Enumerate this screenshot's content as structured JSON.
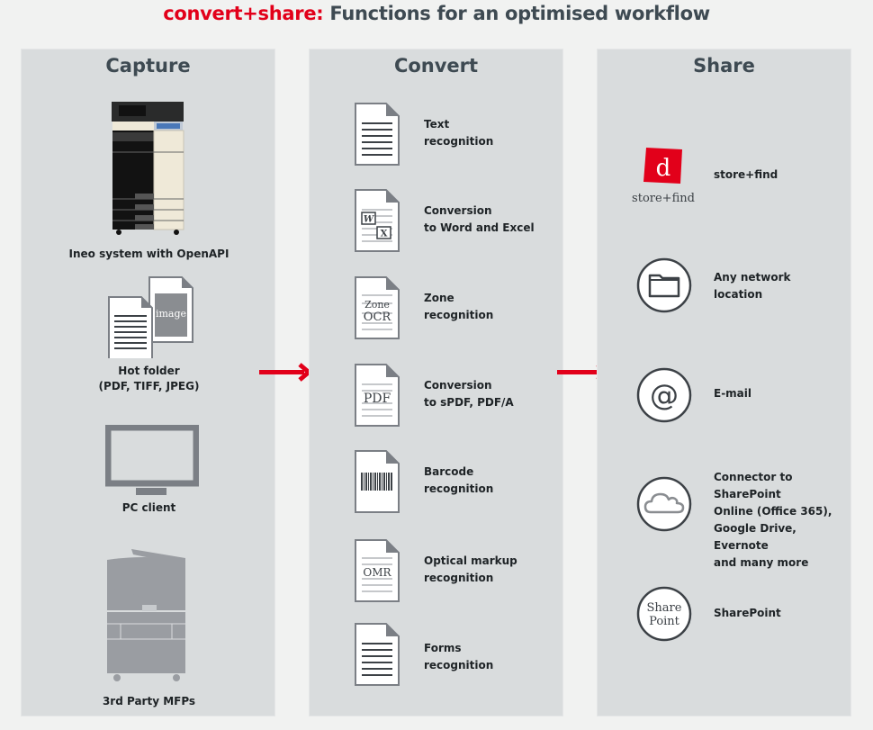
{
  "title": {
    "brand": "convert+share:",
    "rest": " Functions for an optimised workflow"
  },
  "colors": {
    "accent": "#e2001a",
    "panel": "#d9dcdd",
    "background": "#f1f2f1",
    "heading": "#3e4a52",
    "icon_gray": "#7b7f85"
  },
  "capture": {
    "heading": "Capture",
    "items": [
      {
        "icon": "mfp-printer-icon",
        "label": "Ineo system with OpenAPI"
      },
      {
        "icon": "hot-folder-documents-icon",
        "label_line1": "Hot folder",
        "label_line2": "(PDF, TIFF, JPEG)",
        "icon_text": "image"
      },
      {
        "icon": "monitor-icon",
        "label": "PC client"
      },
      {
        "icon": "third-party-mfp-icon",
        "label": "3rd Party MFPs"
      }
    ]
  },
  "convert": {
    "heading": "Convert",
    "items": [
      {
        "icon": "text-document-icon",
        "line1": "Text",
        "line2": "recognition"
      },
      {
        "icon": "word-excel-document-icon",
        "line1": "Conversion",
        "line2": "to Word and Excel",
        "icon_text_1": "W",
        "icon_text_2": "X"
      },
      {
        "icon": "zone-ocr-document-icon",
        "line1": "Zone",
        "line2": "recognition",
        "icon_text_1": "Zone",
        "icon_text_2": "OCR"
      },
      {
        "icon": "pdf-document-icon",
        "line1": "Conversion",
        "line2": "to sPDF, PDF/A",
        "icon_text_1": "PDF"
      },
      {
        "icon": "barcode-document-icon",
        "line1": "Barcode",
        "line2": "recognition"
      },
      {
        "icon": "omr-document-icon",
        "line1": "Optical markup",
        "line2": "recognition",
        "icon_text_1": "OMR"
      },
      {
        "icon": "forms-document-icon",
        "line1": "Forms",
        "line2": "recognition"
      }
    ]
  },
  "share": {
    "heading": "Share",
    "items": [
      {
        "icon": "store-find-logo",
        "lines": [
          "store+find"
        ],
        "logo_letter": "d",
        "logo_text": "store+find"
      },
      {
        "icon": "folder-icon",
        "lines": [
          "Any network",
          "location"
        ]
      },
      {
        "icon": "at-sign-icon",
        "lines": [
          "E-mail"
        ],
        "icon_text": "@"
      },
      {
        "icon": "cloud-icon",
        "lines": [
          "Connector to SharePoint",
          "Online (Office 365),",
          "Google Drive, Evernote",
          "and many more"
        ]
      },
      {
        "icon": "sharepoint-logo-icon",
        "lines": [
          "SharePoint"
        ],
        "icon_text_1": "Share",
        "icon_text_2": "Point"
      }
    ]
  }
}
